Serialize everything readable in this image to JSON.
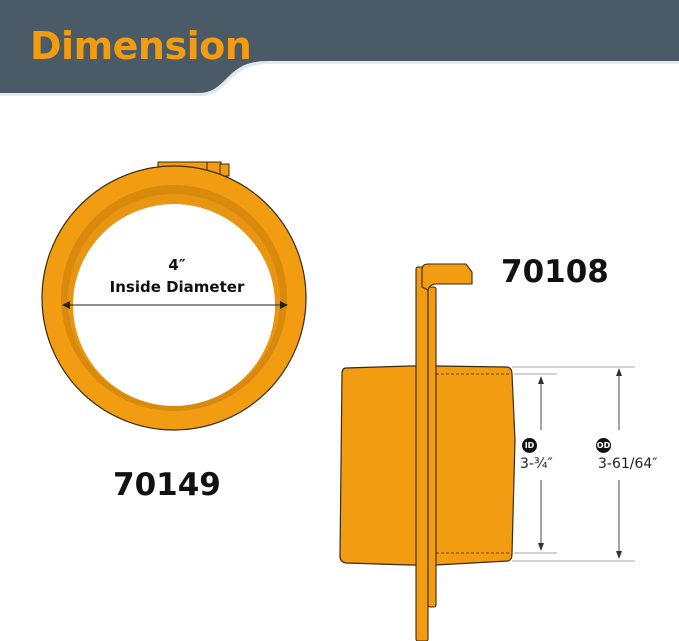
{
  "header": {
    "title": "Dimension",
    "banner_color": "#4a5a67",
    "title_color": "#f29c11"
  },
  "left_part": {
    "part_number": "70149",
    "dimension_value": "4″",
    "dimension_label": "Inside Diameter",
    "view": "front ring view"
  },
  "right_part": {
    "part_number": "70108",
    "view": "side profile view",
    "inner_diameter": {
      "badge": "ID",
      "value": "3-¾″"
    },
    "outer_diameter": {
      "badge": "OD",
      "value": "3-61/64″"
    }
  },
  "colors": {
    "part_fill": "#f29c11",
    "part_shadow": "#d4820a",
    "outline": "#3a2a10",
    "text": "#111111"
  }
}
